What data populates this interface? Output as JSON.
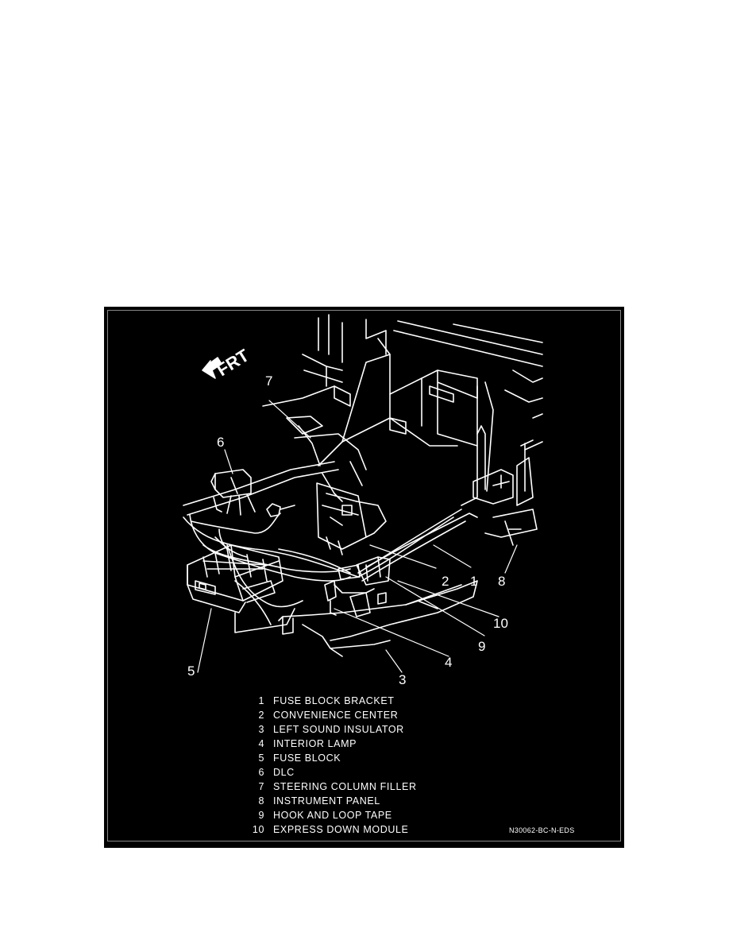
{
  "figure": {
    "direction_label": "FRT",
    "callouts": [
      "1",
      "2",
      "3",
      "4",
      "5",
      "6",
      "7",
      "8",
      "9",
      "10"
    ],
    "legend": [
      {
        "num": "1",
        "label": "FUSE BLOCK BRACKET"
      },
      {
        "num": "2",
        "label": "CONVENIENCE CENTER"
      },
      {
        "num": "3",
        "label": "LEFT SOUND INSULATOR"
      },
      {
        "num": "4",
        "label": "INTERIOR LAMP"
      },
      {
        "num": "5",
        "label": "FUSE BLOCK"
      },
      {
        "num": "6",
        "label": "DLC"
      },
      {
        "num": "7",
        "label": "STEERING COLUMN FILLER"
      },
      {
        "num": "8",
        "label": "INSTRUMENT PANEL"
      },
      {
        "num": "9",
        "label": "HOOK AND LOOP TAPE"
      },
      {
        "num": "10",
        "label": "EXPRESS DOWN MODULE"
      }
    ],
    "figure_code": "N30062-BC-N-EDS"
  },
  "colors": {
    "background": "#ffffff",
    "figure_bg": "#000000",
    "line": "#ffffff"
  }
}
